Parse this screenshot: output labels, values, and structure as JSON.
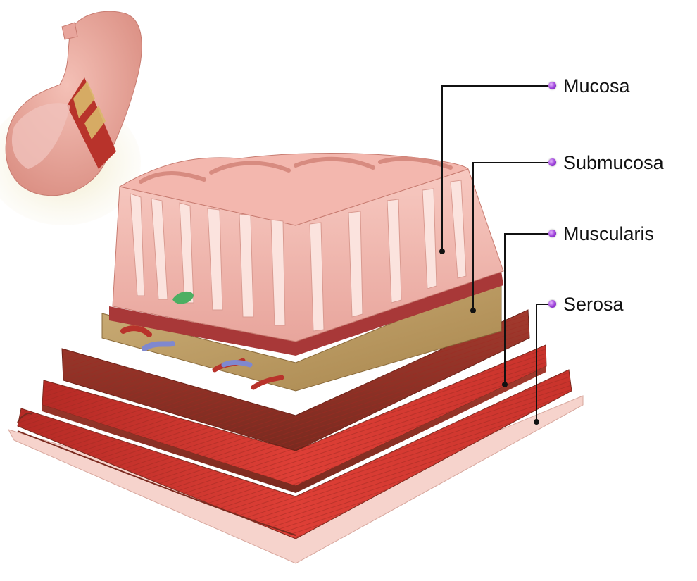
{
  "diagram": {
    "labels": [
      {
        "id": "mucosa",
        "text": "Mucosa"
      },
      {
        "id": "submucosa",
        "text": "Submucosa"
      },
      {
        "id": "muscularis",
        "text": "Muscularis"
      },
      {
        "id": "serosa",
        "text": "Serosa"
      }
    ],
    "colors": {
      "serosa": "#f6d3cc",
      "muscle": "#c8302b",
      "muscle_dark": "#8f2a22",
      "submucosa": "#b6935a",
      "mucosa": "#f0b4ac",
      "mucosa_dark": "#a83838",
      "stomach": "#e8a59c",
      "stomach_band": "#b8332b",
      "fat": "#e8dfb0",
      "leader": "#111111",
      "bullet": "#9b3fd9"
    }
  }
}
